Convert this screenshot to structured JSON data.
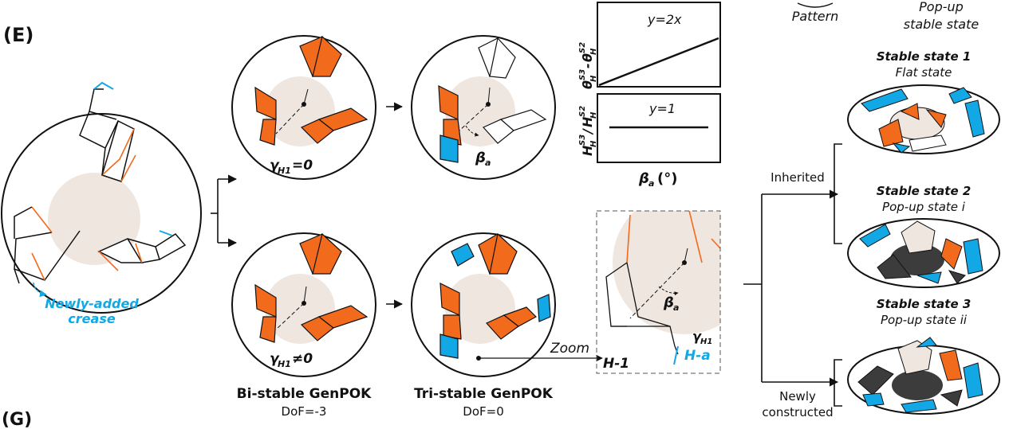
{
  "panel_labels": {
    "top": "(E)",
    "bottom": "(G)"
  },
  "header": {
    "pattern": "Pattern",
    "popup_line1": "Pop-up",
    "popup_line2": "stable state"
  },
  "pattern_annotation": {
    "line1": "Newly-added",
    "line2": "crease"
  },
  "gamma_labels": {
    "zero": "γH1=0",
    "nonzero": "γH1≠0"
  },
  "gamma_parts": {
    "symbol": "γ",
    "subscript": "H1",
    "eq_zero": "=0",
    "neq_zero": "≠0"
  },
  "beta_label": {
    "symbol": "β",
    "subscript": "a"
  },
  "plots": {
    "top_ylabel": "θH S3-θH S2",
    "top_ylabel_parts": {
      "theta": "θ",
      "H": "H",
      "S3": "S3",
      "minus": "-",
      "S2": "S2"
    },
    "top_equation": "y=2x",
    "bottom_ylabel": "HH S3/HH S2",
    "bottom_ylabel_parts": {
      "H": "H",
      "sub": "H",
      "S3": "S3",
      "slash": "/",
      "S2": "S2"
    },
    "bottom_equation": "y=1",
    "xlabel": "βa (°)",
    "xlabel_parts": {
      "beta": "β",
      "a": "a",
      "unit": "(°)"
    }
  },
  "zoom": {
    "label": "Zoom",
    "h1": "H-1",
    "ha": "H-a",
    "gamma": "γH1"
  },
  "bistable": {
    "title": "Bi-stable GenPOK",
    "dof": "DoF=-3"
  },
  "tristable": {
    "title": "Tri-stable GenPOK",
    "dof": "DoF=0"
  },
  "branches": {
    "inherited": "Inherited",
    "newly_line1": "Newly",
    "newly_line2": "constructed"
  },
  "stable_states": [
    {
      "title": "Stable state 1",
      "subtitle": "Flat state"
    },
    {
      "title": "Stable state 2",
      "subtitle": "Pop-up state i"
    },
    {
      "title": "Stable state 3",
      "subtitle": "Pop-up state ii"
    }
  ],
  "colors": {
    "orange": "#f26a1b",
    "blue": "#12a8e6",
    "beige": "#efe6e0",
    "dark": "#3c3c3c"
  }
}
